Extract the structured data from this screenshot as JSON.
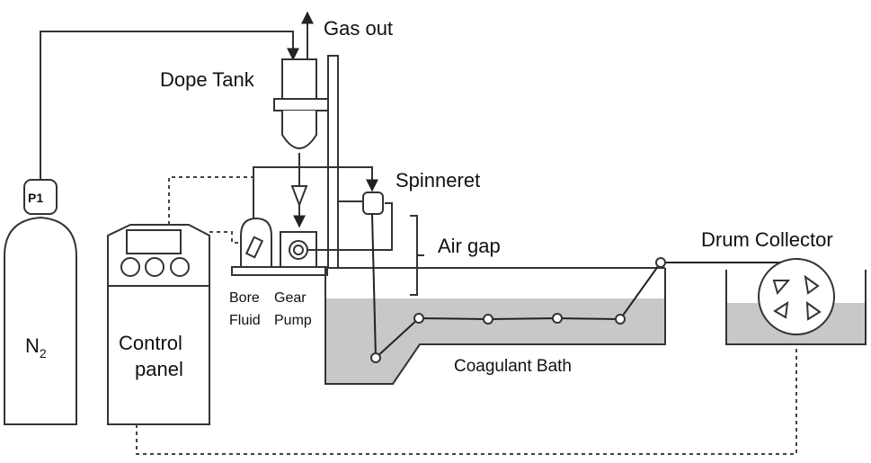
{
  "labels": {
    "gas_out": "Gas out",
    "dope_tank": "Dope Tank",
    "spinneret": "Spinneret",
    "air_gap": "Air gap",
    "drum_collector": "Drum Collector",
    "bore": "Bore",
    "fluid": "Fluid",
    "gear": "Gear",
    "pump": "Pump",
    "n2_main": "N",
    "n2_sub": "2",
    "pressure_gauge": "P1",
    "control_line1": "Control",
    "control_line2": "panel",
    "coagulant_bath": "Coagulant Bath"
  },
  "colors": {
    "line": "#333333",
    "bath_fill": "#c8c8c8",
    "background": "#ffffff"
  }
}
